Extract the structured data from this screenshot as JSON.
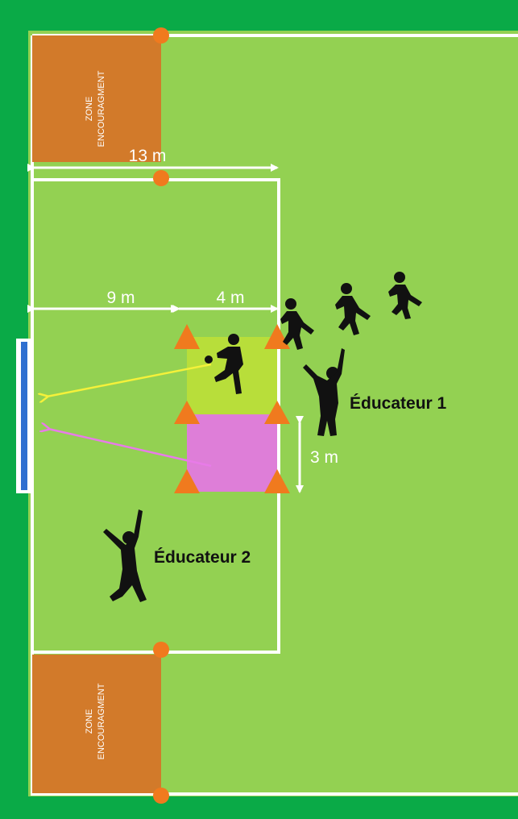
{
  "zones": {
    "top": {
      "line1": "ZONE",
      "line2": "ENCOURAGMENT"
    },
    "bottom": {
      "line1": "ZONE",
      "line2": "ENCOURAGMENT"
    }
  },
  "measures": {
    "width_13": "13 m",
    "dist_9": "9 m",
    "dist_4": "4 m",
    "dist_3": "3 m"
  },
  "roles": {
    "educator1": "Éducateur 1",
    "educator2": "Éducateur 2"
  },
  "colors": {
    "outer_green": "#0aaa47",
    "field_green": "#93d152",
    "zone_orange": "#d27a2a",
    "cone_orange": "#f07a1e",
    "square_yellow": "#b8de3a",
    "square_pink": "#de7ed8",
    "goal_blue": "#2f6fd0",
    "arrow_yellow": "#f4f13a",
    "arrow_pink": "#e87be8",
    "line_white": "#ffffff",
    "silhouette": "#111111"
  },
  "icons": [
    "cone-icon",
    "player-silhouette-icon",
    "educator-silhouette-icon",
    "ball-icon",
    "goal-icon"
  ]
}
